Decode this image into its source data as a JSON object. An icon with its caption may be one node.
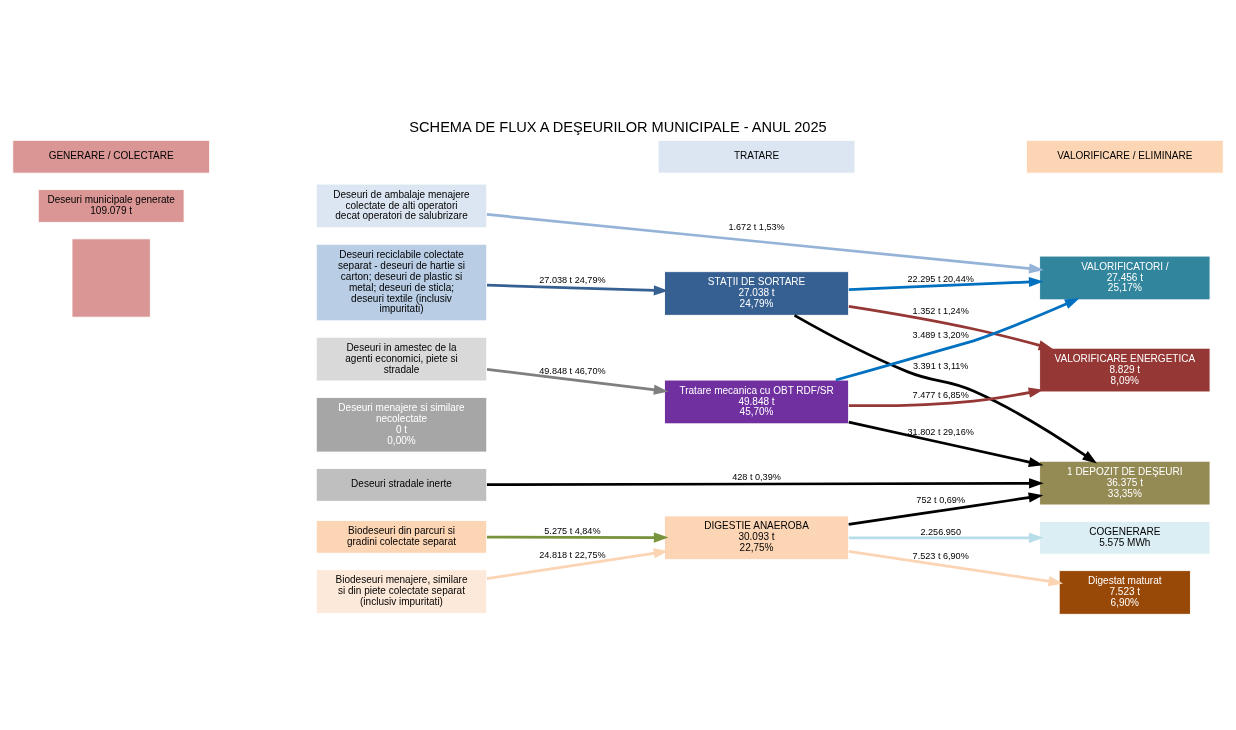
{
  "diagram": {
    "title": "SCHEMA DE FLUX A DEŞEURILOR MUNICIPALE - ANUL 2025",
    "nodes": [
      {
        "text": [
          "GENERARE / COLECTARE"
        ]
      },
      {
        "text": [
          "TRATARE"
        ]
      },
      {
        "text": [
          "VALORIFICARE / ELIMINARE"
        ]
      },
      {
        "text": [],
        "shape": "box"
      },
      {
        "text": [
          "Deseuri municipale generate",
          "109.079 t"
        ]
      },
      {
        "text": [
          "Deseuri de ambalaje menajere colectate de alti operatori decat operatori de salubrizare"
        ]
      },
      {
        "text": [
          "Deseuri reciclabile colectate separat - deseuri de hartie si carton; deseuri de plastic si metal; deseuri de sticla; deseuri textile (inclusiv impuritati)"
        ]
      },
      {
        "text": [
          "Biodeseuri menajere, similare si din piete colectate separat (inclusiv impuritati)"
        ]
      },
      {
        "text": [
          "Biodeseuri din parcuri si gradini colectate separat"
        ]
      },
      {
        "text": [
          "Deseuri in amestec de la agenti economici, piete si stradale"
        ]
      },
      {
        "text": [
          "Deseuri stradale inerte"
        ]
      },
      {
        "text": [
          "Deseuri menajere si similare necolectate",
          "0 t",
          "0,00%"
        ]
      },
      {
        "text": [
          "STAŢII DE SORTARE",
          "27.038 t",
          "24,79%"
        ]
      },
      {
        "text": [
          "DIGESTIE ANAEROBA",
          "30.093 t",
          "22,75%"
        ]
      },
      {
        "text": [
          "Tratare mecanica cu OBT RDF/SR",
          "49.848 t",
          "45,70%"
        ]
      },
      {
        "text": [
          "VALORIFICATORI /",
          "27.456 t",
          "25,17%"
        ]
      },
      {
        "text": [
          "VALORIFICARE ENERGETICA",
          "8.829 t",
          "8,09%"
        ]
      },
      {
        "text": [
          "COGENERARE",
          "5.575 MWh"
        ]
      },
      {
        "text": [
          "Digestat maturat",
          "7.523 t",
          "6,90%"
        ]
      },
      {
        "text": [
          "1 DEPOZIT DE DEŞEURI",
          "36.375 t",
          "33,35%"
        ]
      }
    ],
    "edges": [
      {
        "from": 5,
        "to": 15,
        "arrow": "to",
        "label": "1.672 t 1,53%",
        "color": "#95b3d7"
      },
      {
        "from": 6,
        "to": 12,
        "arrow": "to",
        "label": "27.038 t 24,79%",
        "color": "#376092"
      },
      {
        "from": 7,
        "to": 13,
        "arrow": "to",
        "label": "24.818 t 22,75%",
        "color": "#fbd4b4"
      },
      {
        "from": 8,
        "to": 13,
        "arrow": "to",
        "label": "5.275 t 4,84%",
        "color": "#77933c"
      },
      {
        "from": 9,
        "to": 14,
        "arrow": "to",
        "label": "49.848 t 46,70%",
        "color": "#7f7f7f"
      },
      {
        "from": 10,
        "to": 19,
        "arrow": "to",
        "label": "428 t 0,39%",
        "color": "#000000"
      },
      {
        "from": 12,
        "to": 15,
        "arrow": "to",
        "label": "22.295 t 20,44%",
        "color": "#0070c0"
      },
      {
        "from": 12,
        "to": 16,
        "arrow": "to",
        "label": "1.352 t 1,24%",
        "color": "#953735"
      },
      {
        "from": 12,
        "to": 19,
        "arrow": "to",
        "label": "3.391 t 3,11%",
        "color": "#000000"
      },
      {
        "from": 13,
        "to": 17,
        "arrow": "to",
        "label": "2.256.950",
        "color": "#b7dde8"
      },
      {
        "from": 13,
        "to": 18,
        "arrow": "to",
        "label": "7.523 t 6,90%",
        "color": "#fbd4b4"
      },
      {
        "from": 13,
        "to": 19,
        "arrow": "to",
        "label": "752 t 0,69%",
        "color": "#000000"
      },
      {
        "from": 14,
        "to": 16,
        "arrow": "to",
        "label": "7.477 t 6,85%",
        "color": "#953735"
      },
      {
        "from": 14,
        "to": 19,
        "arrow": "to",
        "label": "31.802 t 29,16%",
        "color": "#000000"
      },
      {
        "from": 14,
        "to": 15,
        "arrow": "to",
        "label": "3.489 t 3,20%",
        "color": "#0070c0"
      }
    ]
  }
}
